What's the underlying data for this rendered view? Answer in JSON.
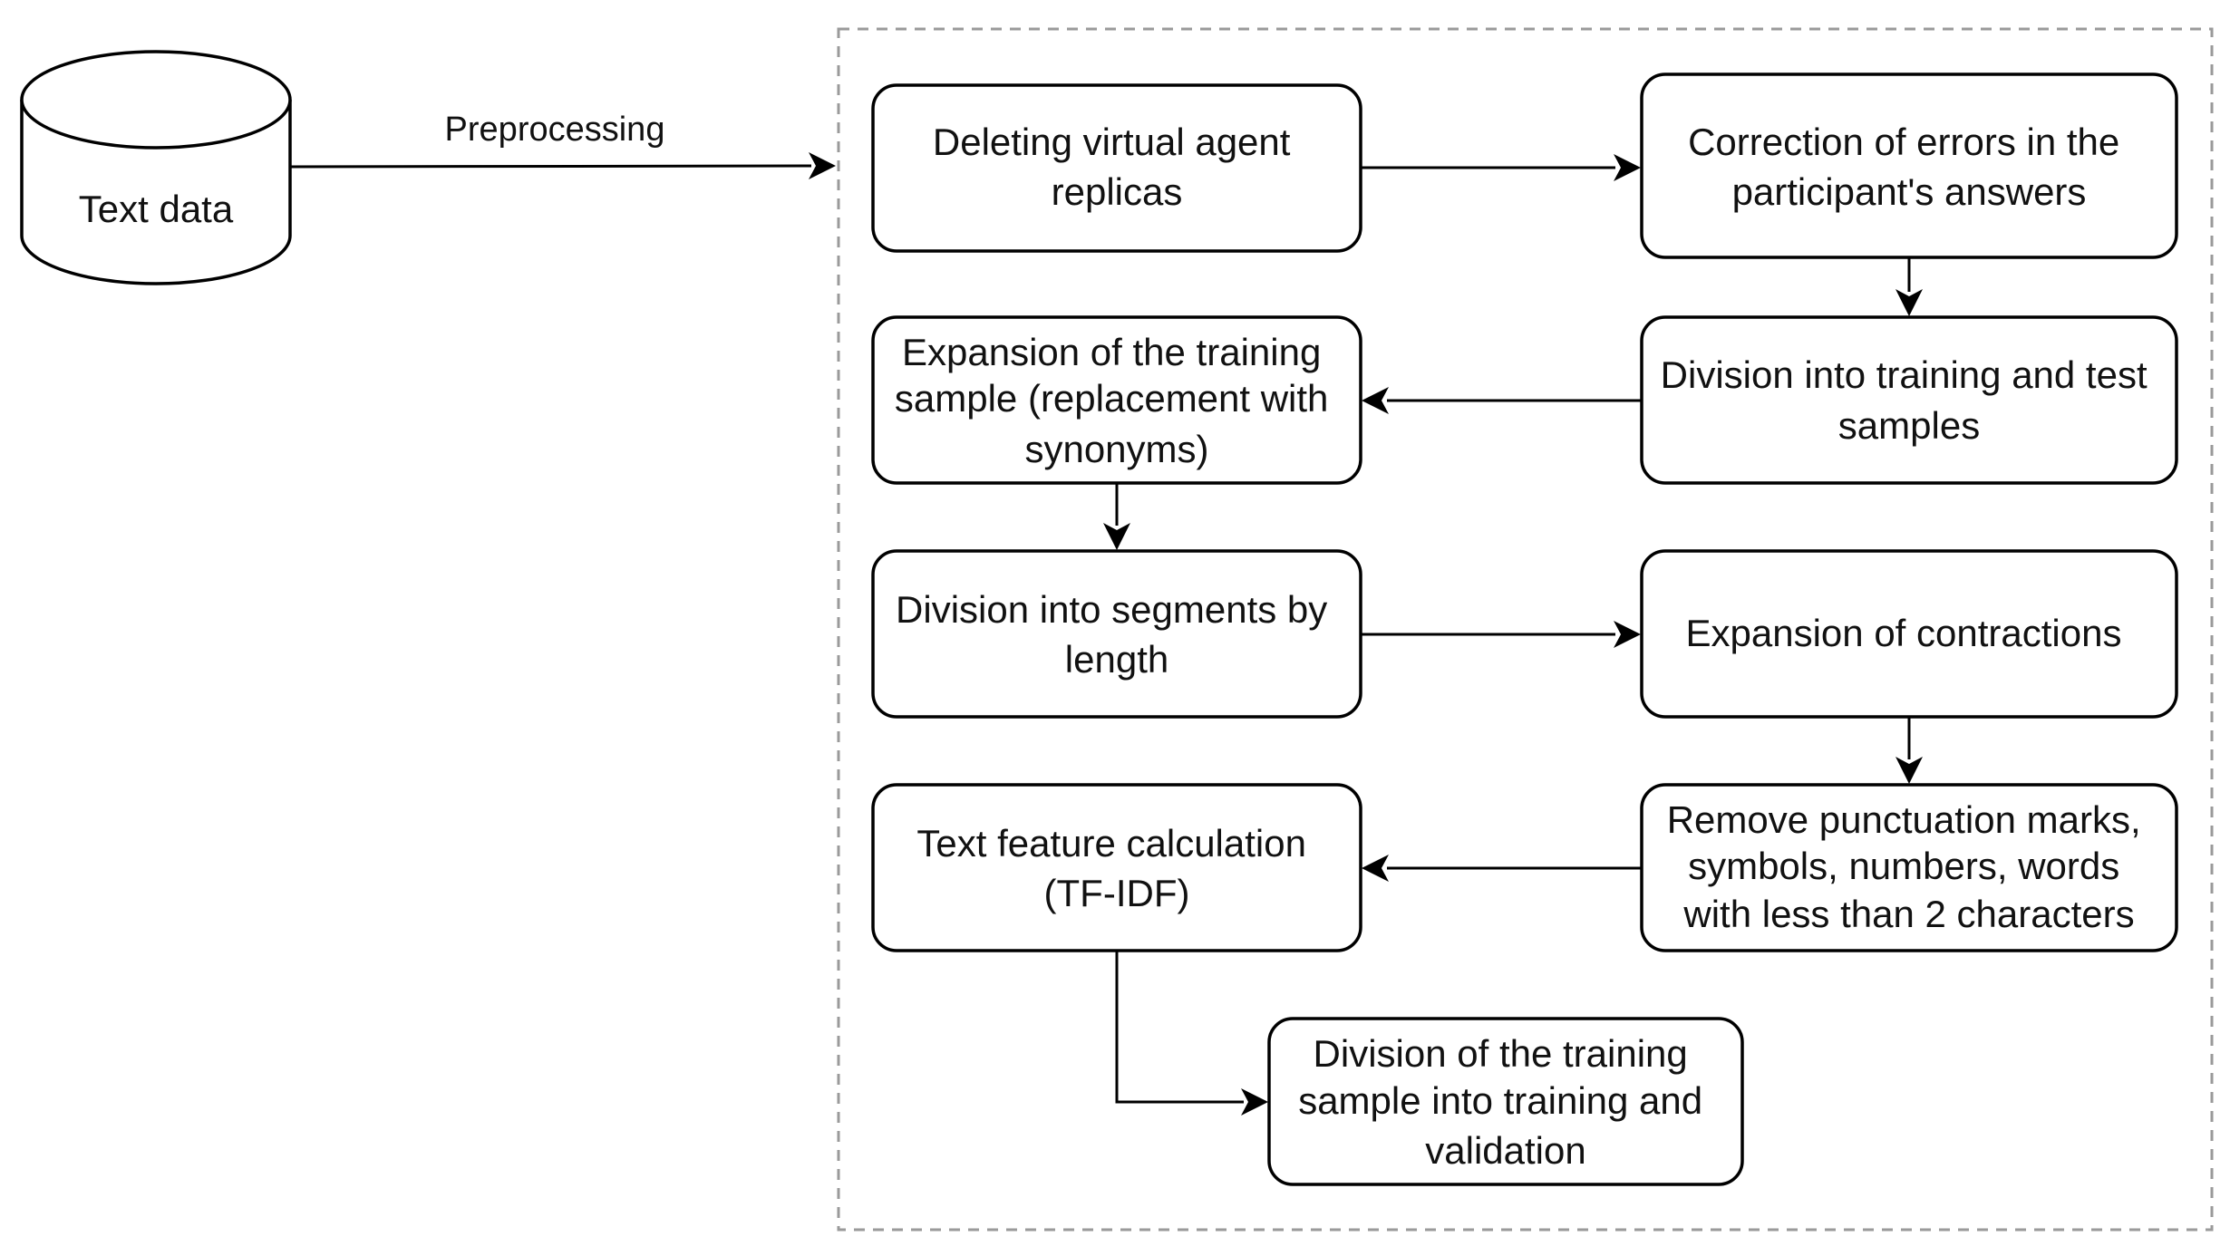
{
  "diagram": {
    "source_node": {
      "id": "text_data",
      "shape": "cylinder",
      "label": "Text data"
    },
    "edge_labels": {
      "preprocessing": "Preprocessing"
    },
    "nodes": [
      {
        "id": "deleting",
        "lines": [
          "Deleting virtual agent",
          "replicas"
        ]
      },
      {
        "id": "correction",
        "lines": [
          "Correction of errors in the",
          "participant's answers"
        ]
      },
      {
        "id": "division_test",
        "lines": [
          "Division into training and test",
          "samples"
        ]
      },
      {
        "id": "expansion_sample",
        "lines": [
          "Expansion of the training",
          "sample (replacement with",
          "synonyms)"
        ]
      },
      {
        "id": "segments",
        "lines": [
          "Division into segments by",
          "length"
        ]
      },
      {
        "id": "contractions",
        "lines": [
          "Expansion of contractions"
        ]
      },
      {
        "id": "remove",
        "lines": [
          "Remove punctuation marks,",
          "symbols, numbers, words",
          "with less than 2 characters"
        ]
      },
      {
        "id": "tfidf",
        "lines": [
          "Text feature calculation",
          "(TF-IDF)"
        ]
      },
      {
        "id": "validation",
        "lines": [
          "Division of the training",
          "sample into training and",
          "validation"
        ]
      }
    ],
    "edges": [
      {
        "from": "text_data",
        "to": "group",
        "label": "Preprocessing"
      },
      {
        "from": "deleting",
        "to": "correction"
      },
      {
        "from": "correction",
        "to": "division_test"
      },
      {
        "from": "division_test",
        "to": "expansion_sample"
      },
      {
        "from": "expansion_sample",
        "to": "segments"
      },
      {
        "from": "segments",
        "to": "contractions"
      },
      {
        "from": "contractions",
        "to": "remove"
      },
      {
        "from": "remove",
        "to": "tfidf"
      },
      {
        "from": "tfidf",
        "to": "validation"
      }
    ],
    "colors": {
      "stroke": "#000000",
      "group_border": "#9a9a9a",
      "text": "#111111",
      "background": "#ffffff"
    }
  }
}
